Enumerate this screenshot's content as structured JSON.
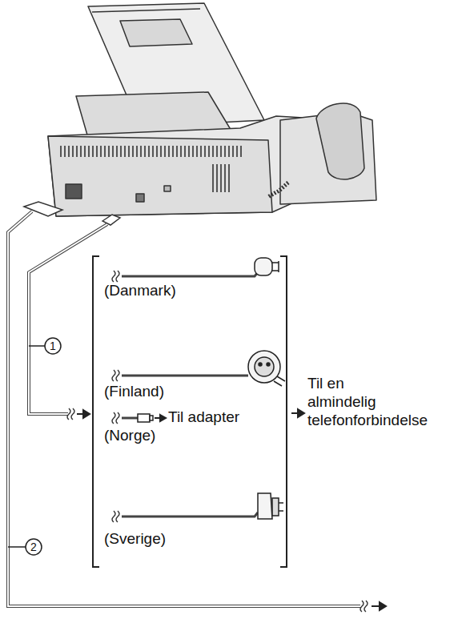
{
  "diagram": {
    "labels": [
      "1",
      "(Danmark)",
      "(Finland)",
      "Til adapter",
      "(Norge)",
      "(Sverige)",
      "Til en almindelig telefonforbindelse",
      "2"
    ]
  }
}
